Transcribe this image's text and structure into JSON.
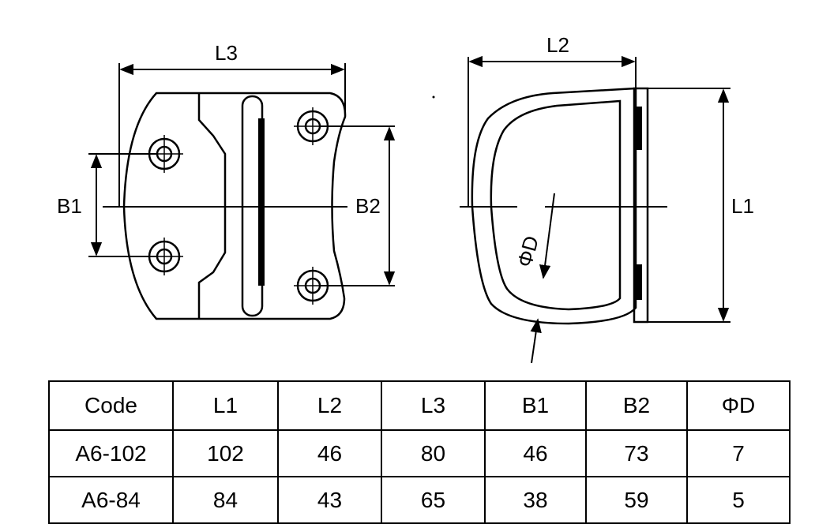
{
  "labels": {
    "l3": "L3",
    "l2": "L2",
    "l1": "L1",
    "b1": "B1",
    "b2": "B2",
    "phi_d": "ΦD"
  },
  "table": {
    "headers": [
      "Code",
      "L1",
      "L2",
      "L3",
      "B1",
      "B2",
      "ΦD"
    ],
    "rows": [
      [
        "A6-102",
        "102",
        "46",
        "80",
        "46",
        "73",
        "7"
      ],
      [
        "A6-84",
        "84",
        "43",
        "65",
        "38",
        "59",
        "5"
      ]
    ]
  }
}
